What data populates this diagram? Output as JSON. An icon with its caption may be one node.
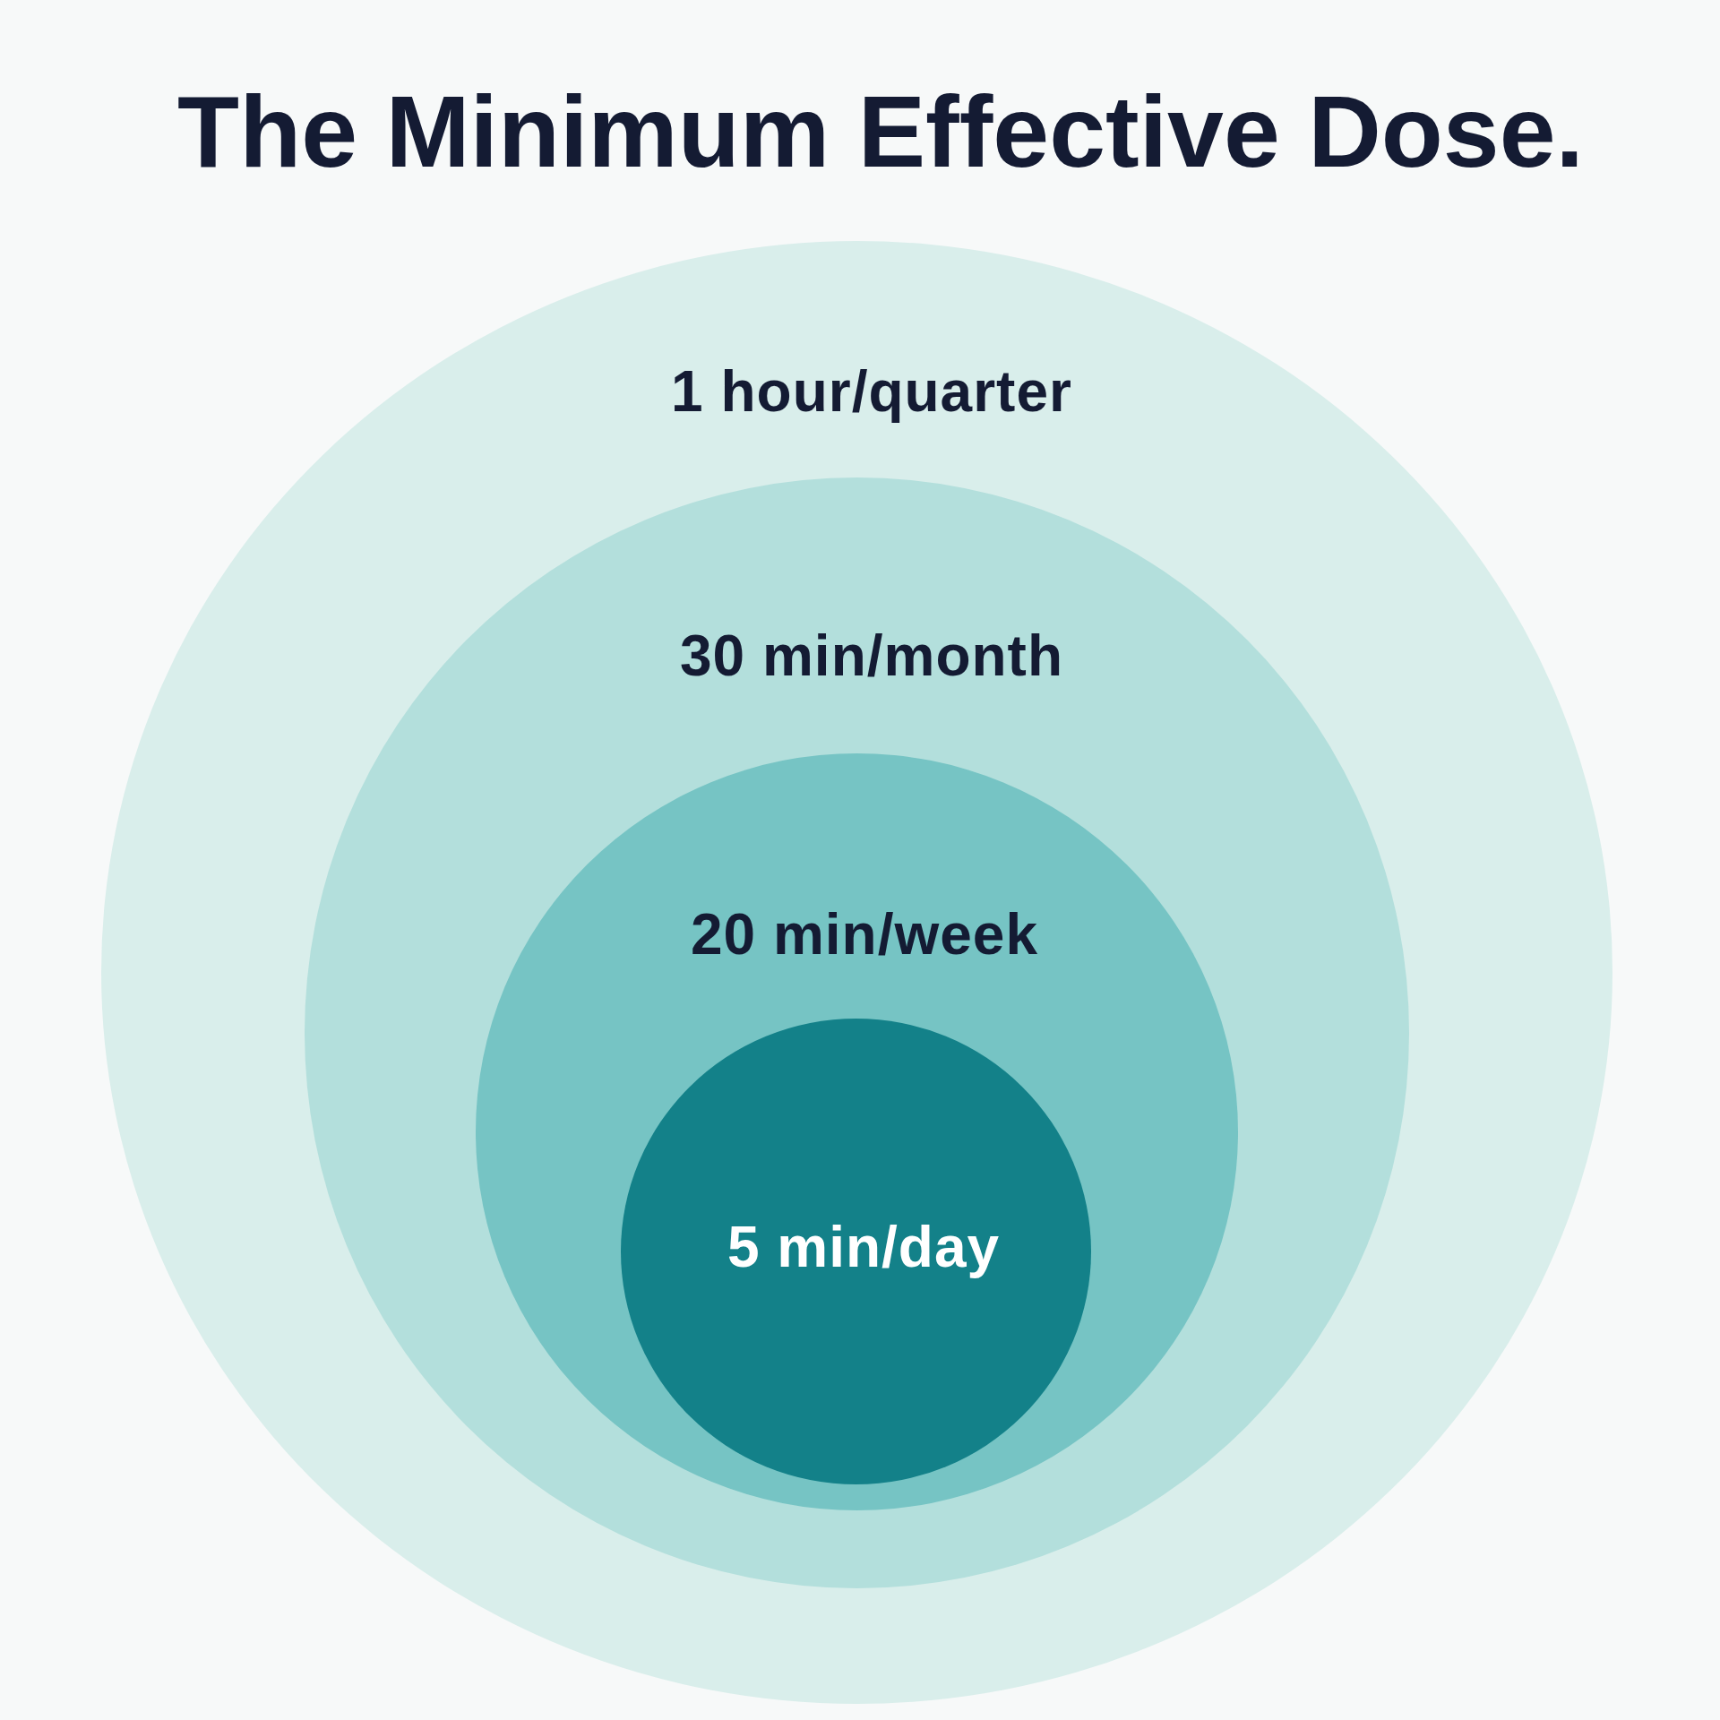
{
  "diagram": {
    "title": "The Minimum Effective Dose.",
    "nodes": [
      {
        "text": [
          "1 hour/quarter"
        ]
      },
      {
        "text": [
          "30 min/month"
        ],
        "in": 0
      },
      {
        "text": [
          "20 min/week"
        ],
        "in": 1
      },
      {
        "text": [
          "5 min/day"
        ],
        "in": 2
      }
    ]
  }
}
